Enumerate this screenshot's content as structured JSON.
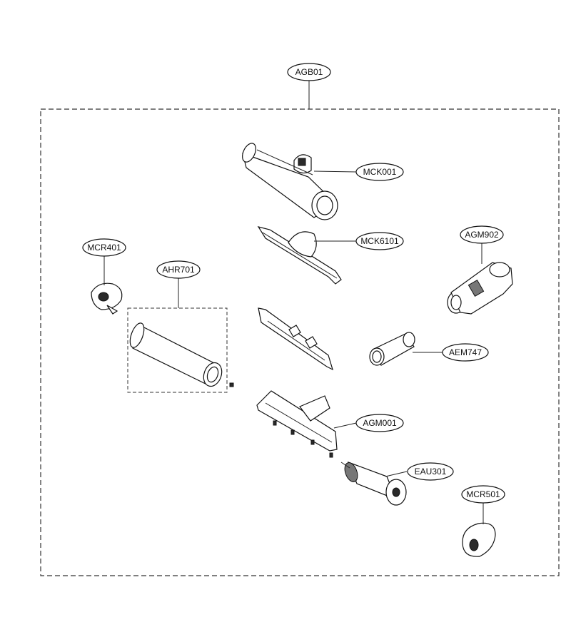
{
  "labels": {
    "agb01": "AGB01",
    "mck001": "MCK001",
    "mck6101": "MCK6101",
    "agm902": "AGM902",
    "mcr401": "MCR401",
    "ahr701": "AHR701",
    "aem747": "AEM747",
    "agm001": "AGM001",
    "eau301": "EAU301",
    "mcr501": "MCR501"
  }
}
